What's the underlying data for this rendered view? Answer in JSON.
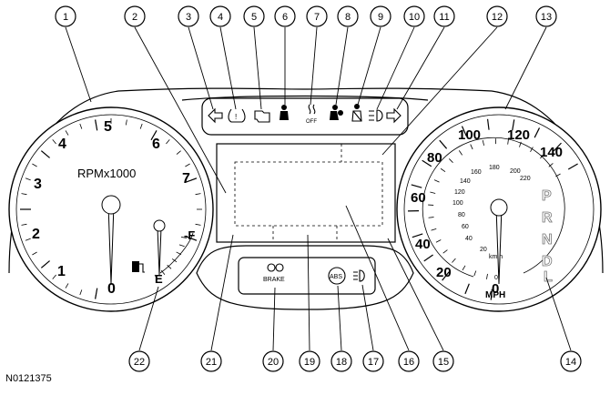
{
  "figure_id": "N0121375",
  "tachometer": {
    "numbers": [
      "0",
      "1",
      "2",
      "3",
      "4",
      "5",
      "6",
      "7"
    ],
    "unit_label": "RPMx1000"
  },
  "fuel_gauge": {
    "full_label": "F",
    "empty_label": "E"
  },
  "speedometer": {
    "mph_numbers": [
      "0",
      "20",
      "40",
      "60",
      "80",
      "100",
      "120",
      "140"
    ],
    "kmh_numbers": [
      "0",
      "20",
      "40",
      "60",
      "80",
      "100",
      "120",
      "140",
      "160",
      "180",
      "200",
      "220"
    ],
    "mph_label": "MPH",
    "kmh_label": "km/h"
  },
  "gear_indicator": [
    "P",
    "R",
    "N",
    "D",
    "L"
  ],
  "warning_labels": {
    "off_label": "OFF",
    "abs_label": "ABS",
    "brake_label": "BRAKE"
  },
  "callouts": [
    "1",
    "2",
    "3",
    "4",
    "5",
    "6",
    "7",
    "8",
    "9",
    "10",
    "11",
    "12",
    "13",
    "14",
    "15",
    "16",
    "17",
    "18",
    "19",
    "20",
    "21",
    "22"
  ]
}
